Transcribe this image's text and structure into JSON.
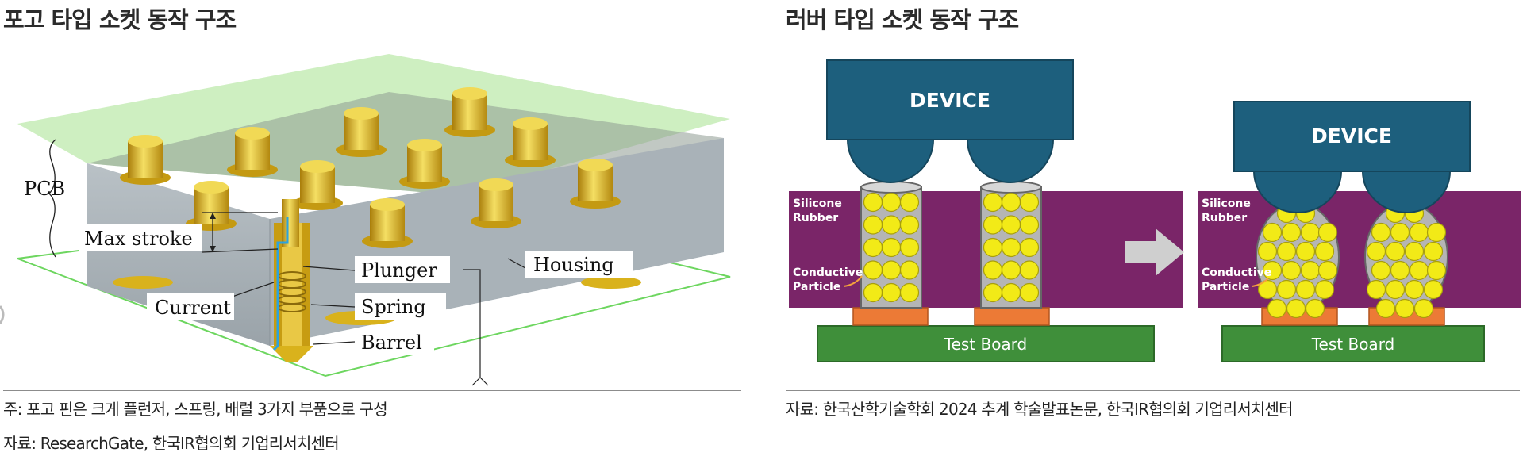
{
  "pogo": {
    "title": "포고 타입 소켓 동작 구조",
    "labels": {
      "pcb": "PCB",
      "max_stroke": "Max stroke",
      "current": "Current",
      "plunger": "Plunger",
      "spring": "Spring",
      "barrel": "Barrel",
      "housing": "Housing"
    },
    "note": "주: 포고 핀은 크게 플런저, 스프링, 배럴 3가지 부품으로 구성",
    "source": "자료: ResearchGate, 한국IR협의회 기업리서치센터"
  },
  "rubber": {
    "title": "러버 타입 소켓 동작 구조",
    "before": {
      "device": "DEVICE",
      "silicone_rubber": [
        "Silicone",
        "Rubber"
      ],
      "conductive_particle": [
        "Conductive",
        "Particle"
      ],
      "test_board": "Test Board"
    },
    "after": {
      "device": "DEVICE",
      "silicone_rubber": [
        "Silicone",
        "Rubber"
      ],
      "conductive_particle": [
        "Conductive",
        "Particle"
      ],
      "test_board": "Test Board"
    },
    "source": "자료: 한국산학기술학회 2024 추계 학술발표논문, 한국IR협의회 기업리서치센터"
  },
  "colors": {
    "device": "#1d5f7d",
    "rubber": "#7a2568",
    "particle": "#f2ea17",
    "pad": "#ec7a36",
    "board": "#3f8f3a",
    "housing": "#a7b0b6",
    "pcb_sheet": "#c5ecb6",
    "pin_gold": "#d9b21c"
  }
}
